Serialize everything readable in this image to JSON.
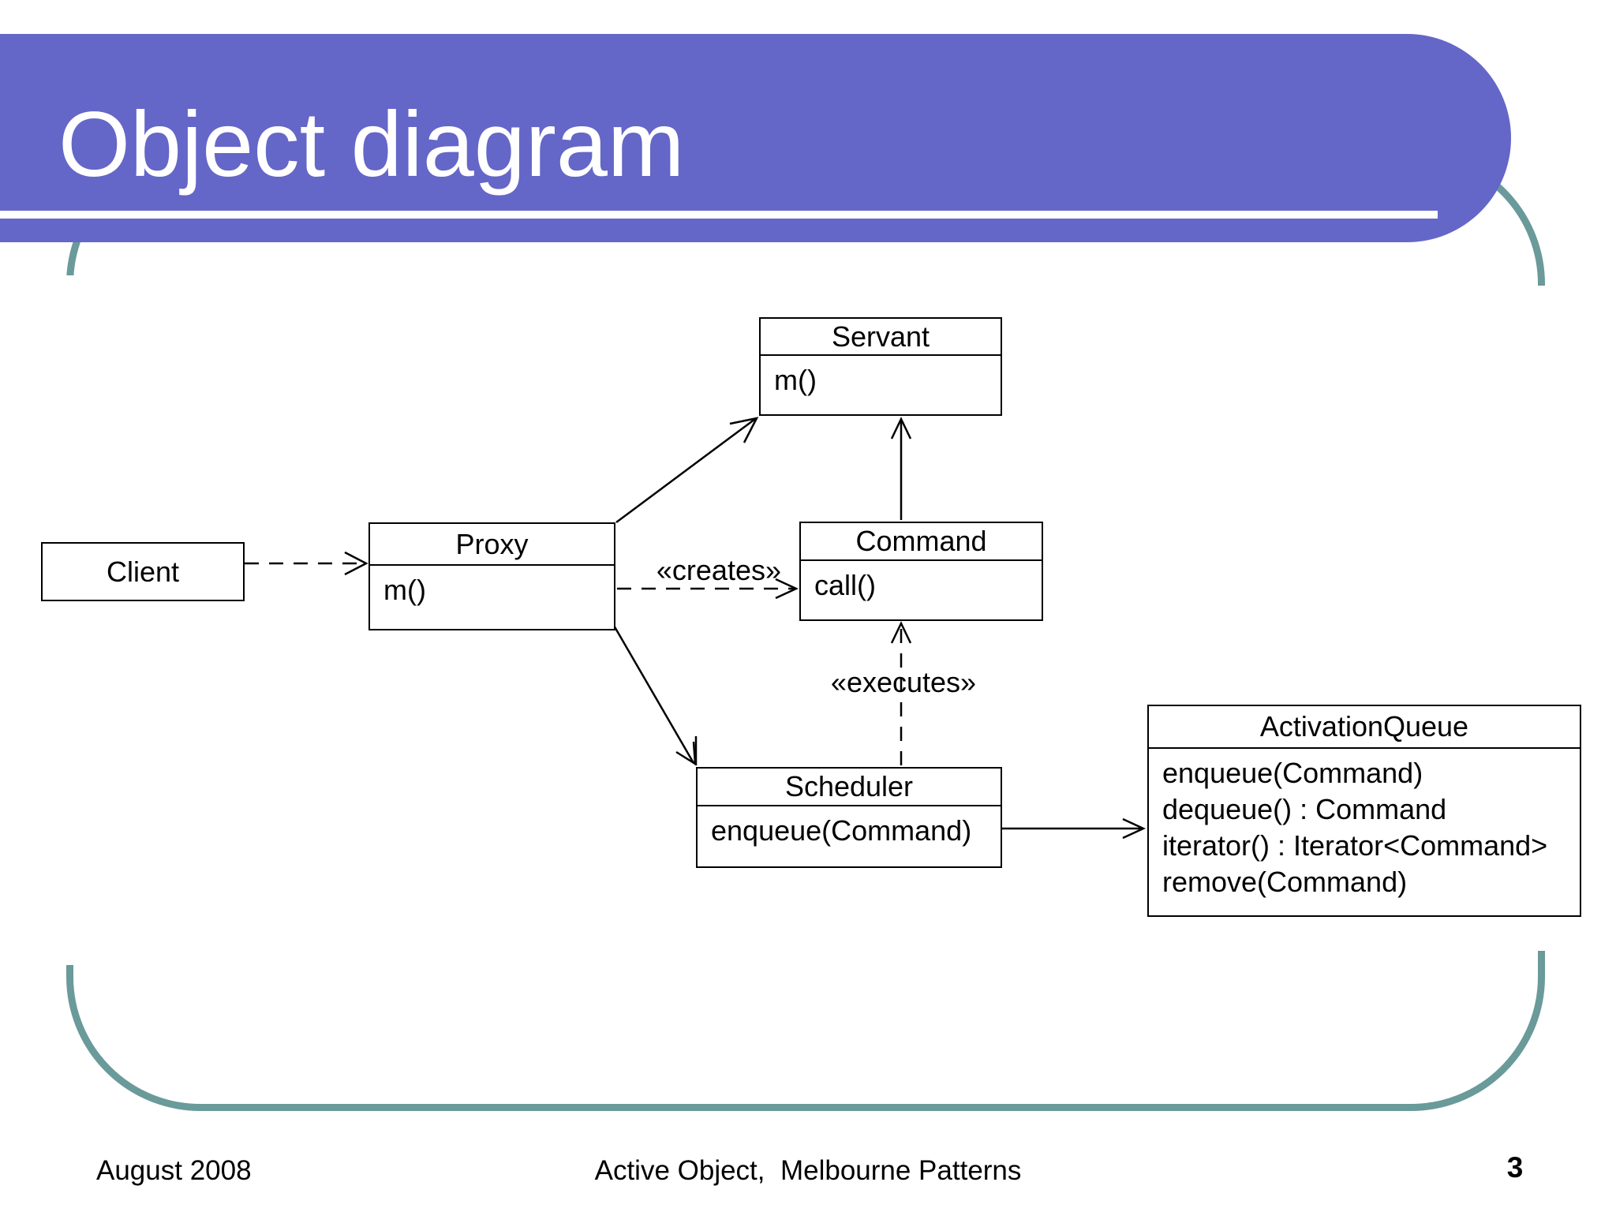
{
  "slide": {
    "title": "Object diagram",
    "footer": {
      "date": "August 2008",
      "center": "Active Object,  Melbourne Patterns",
      "page": "3"
    },
    "colors": {
      "banner": "#6466C8",
      "frame": "#6A9A9A",
      "line": "#000000",
      "box_fill": "#FFFFFF",
      "text": "#000000",
      "title_text": "#FFFFFF"
    }
  },
  "diagram": {
    "classes": [
      {
        "id": "servant",
        "name": "Servant",
        "members": [
          "m()"
        ]
      },
      {
        "id": "client",
        "name": "Client",
        "members": []
      },
      {
        "id": "proxy",
        "name": "Proxy",
        "members": [
          "m()"
        ]
      },
      {
        "id": "command",
        "name": "Command",
        "members": [
          "call()"
        ]
      },
      {
        "id": "scheduler",
        "name": "Scheduler",
        "members": [
          "enqueue(Command)"
        ]
      },
      {
        "id": "activation_queue",
        "name": "ActivationQueue",
        "members": [
          "enqueue(Command)",
          "dequeue() : Command",
          "iterator() : Iterator<Command>",
          "remove(Command)"
        ]
      }
    ],
    "edges": [
      {
        "from": "client",
        "to": "proxy",
        "style": "dashed",
        "arrow": "open",
        "label": ""
      },
      {
        "from": "proxy",
        "to": "servant",
        "style": "solid",
        "arrow": "open",
        "label": ""
      },
      {
        "from": "command",
        "to": "servant",
        "style": "solid",
        "arrow": "open",
        "label": ""
      },
      {
        "from": "proxy",
        "to": "command",
        "style": "dashed",
        "arrow": "open",
        "label": "«creates»"
      },
      {
        "from": "scheduler",
        "to": "command",
        "style": "dashed",
        "arrow": "open",
        "label": "«executes»"
      },
      {
        "from": "proxy",
        "to": "scheduler",
        "style": "solid",
        "arrow": "open",
        "label": ""
      },
      {
        "from": "scheduler",
        "to": "activation_queue",
        "style": "solid",
        "arrow": "open",
        "label": ""
      }
    ]
  }
}
